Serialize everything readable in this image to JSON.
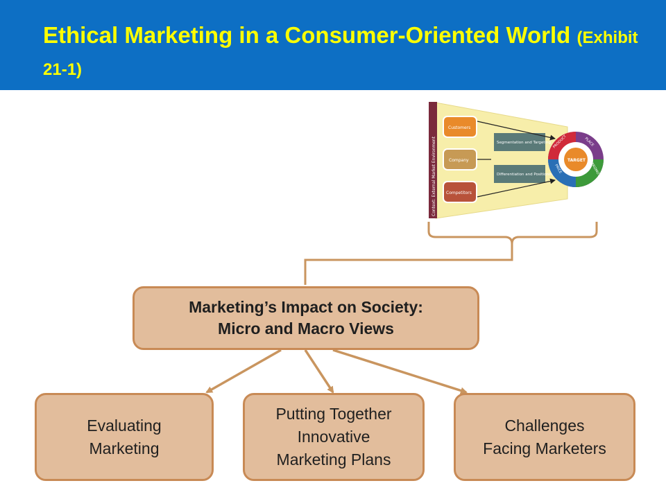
{
  "slide": {
    "title_main": "Ethical Marketing in a Consumer-Oriented World",
    "title_exhibit": "(Exhibit 21-1)",
    "colors": {
      "header_bg": "#0d6fc4",
      "title_text": "#ffff00",
      "box_fill": "#e2bd9c",
      "box_border": "#c88a55",
      "connector": "#c9955f"
    }
  },
  "thumbnail": {
    "sidebar_label": "Context: External Market Environment",
    "inputs": [
      "Customers",
      "Company",
      "Competitors"
    ],
    "middle": [
      "Segmentation and Targeting",
      "Differentiation and Positioning"
    ],
    "wheel_center": "TARGET",
    "wheel_segments": [
      "PRODUCT",
      "PLACE",
      "PROMOTION",
      "PRICE"
    ]
  },
  "boxes": {
    "main_line1": "Marketing’s Impact on Society:",
    "main_line2": "Micro and Macro Views",
    "evaluating_line1": "Evaluating",
    "evaluating_line2": "Marketing",
    "plans_line1": "Putting Together",
    "plans_line2": "Innovative",
    "plans_line3": "Marketing Plans",
    "challenges_line1": "Challenges",
    "challenges_line2": "Facing Marketers"
  }
}
